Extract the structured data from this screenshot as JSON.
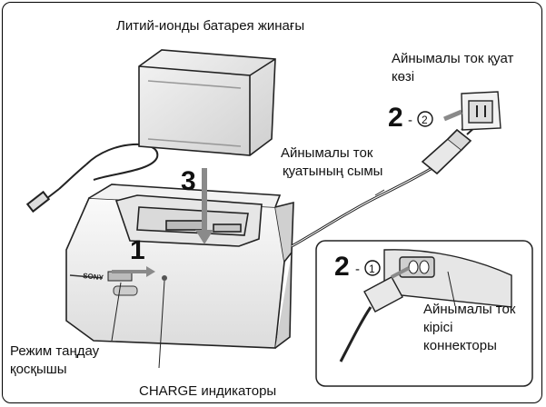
{
  "labels": {
    "battery": "Литий-ионды батарея жинағы",
    "ac_source_line1": "Айнымалы ток қуат",
    "ac_source_line2": "көзі",
    "ac_cord_line1": "Айнымалы ток",
    "ac_cord_line2": "қуатының сымы",
    "ac_in_line1": "Айнымалы ток",
    "ac_in_line2": "кірісі",
    "ac_in_line3": "коннекторы",
    "mode_switch_line1": "Режим таңдау",
    "mode_switch_line2": "қосқышы",
    "charge_indicator": "CHARGE индикаторы"
  },
  "steps": {
    "step1": "1",
    "step3": "3",
    "step2": "2",
    "step2_dash": "-",
    "sub1": "1",
    "sub2": "2"
  },
  "brand": "SONY",
  "colors": {
    "ink": "#111111",
    "body_fill": "#eeeeee",
    "shadow_fill": "#d7d7d7",
    "battery_fill": "#e4e4e4",
    "arrow_gray": "#8a8a8a"
  }
}
